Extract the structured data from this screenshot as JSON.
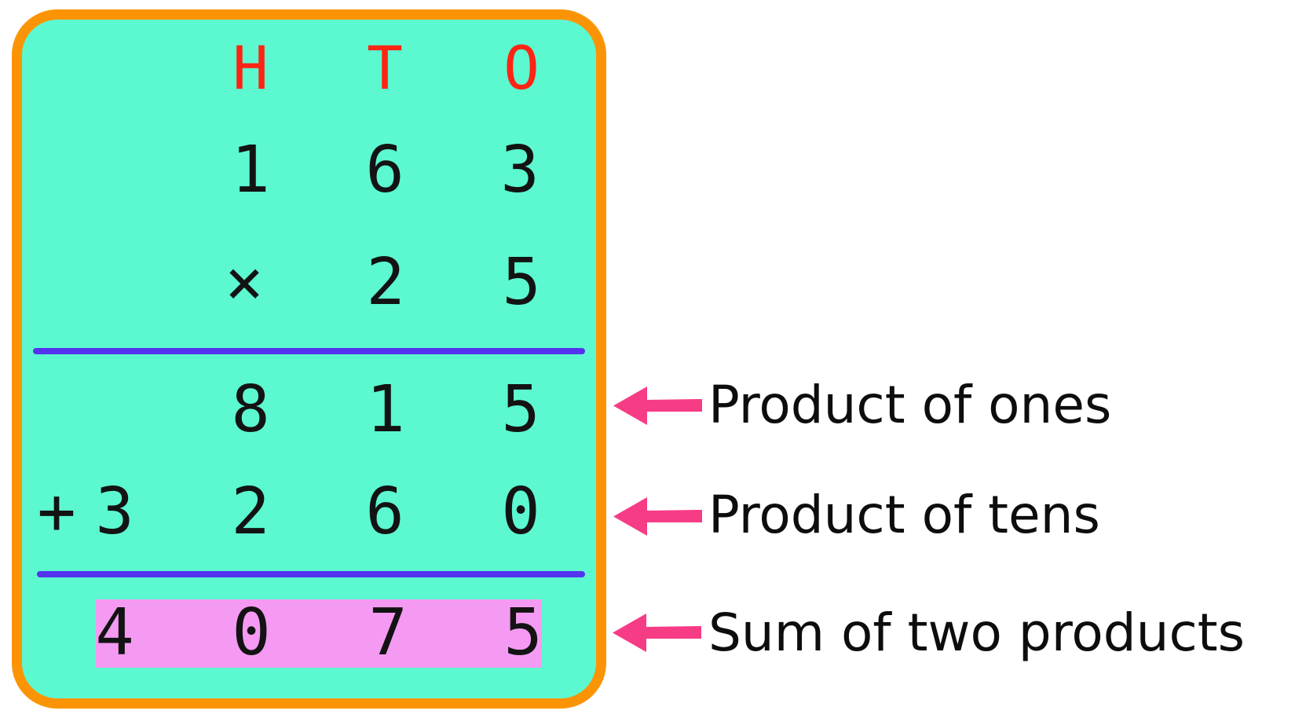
{
  "palette": {
    "card_bg": "#5CF8D0",
    "card_border": "#FB9404",
    "header_color": "#FF2413",
    "digit_color": "#131313",
    "rule_color": "#5434EE",
    "highlight_bg": "#F59AF2",
    "arrow_color": "#F73C86",
    "label_color": "#0D0D0D",
    "page_bg": "#FFFFFF"
  },
  "worksheet": {
    "column_headers": [
      "H",
      "T",
      "O"
    ],
    "multiplicand": [
      "1",
      "6",
      "3"
    ],
    "multiplier": {
      "symbol": "×",
      "digits": [
        "2",
        "5"
      ]
    },
    "product_of_ones": [
      "8",
      "1",
      "5"
    ],
    "product_of_tens": {
      "symbol": "+",
      "digits": [
        "3",
        "2",
        "6",
        "0"
      ]
    },
    "sum": [
      "4",
      "0",
      "7",
      "5"
    ]
  },
  "annotations": [
    {
      "label": "Product of ones"
    },
    {
      "label": "Product of tens"
    },
    {
      "label": "Sum of two products"
    }
  ],
  "icons": {
    "arrow": "left-arrow"
  }
}
